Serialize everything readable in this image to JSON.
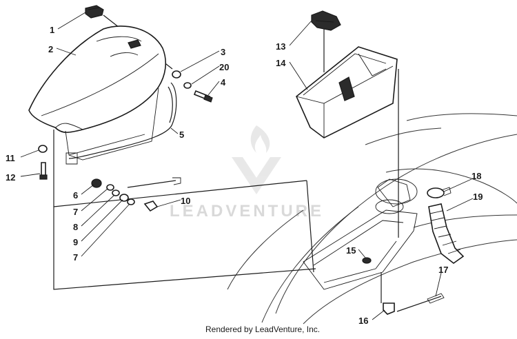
{
  "diagram": {
    "callouts": [
      {
        "id": "c1",
        "label": "1"
      },
      {
        "id": "c2",
        "label": "2"
      },
      {
        "id": "c3",
        "label": "3"
      },
      {
        "id": "c20",
        "label": "20"
      },
      {
        "id": "c4",
        "label": "4"
      },
      {
        "id": "c5",
        "label": "5"
      },
      {
        "id": "c6",
        "label": "6"
      },
      {
        "id": "c7a",
        "label": "7"
      },
      {
        "id": "c8",
        "label": "8"
      },
      {
        "id": "c9",
        "label": "9"
      },
      {
        "id": "c7b",
        "label": "7"
      },
      {
        "id": "c10",
        "label": "10"
      },
      {
        "id": "c11",
        "label": "11"
      },
      {
        "id": "c12",
        "label": "12"
      },
      {
        "id": "c13",
        "label": "13"
      },
      {
        "id": "c14",
        "label": "14"
      },
      {
        "id": "c15",
        "label": "15"
      },
      {
        "id": "c16",
        "label": "16"
      },
      {
        "id": "c17",
        "label": "17"
      },
      {
        "id": "c18",
        "label": "18"
      },
      {
        "id": "c19",
        "label": "19"
      }
    ]
  },
  "watermark": {
    "text": "LEADVENTURE"
  },
  "footer": {
    "text": "Rendered by LeadVenture, Inc."
  }
}
